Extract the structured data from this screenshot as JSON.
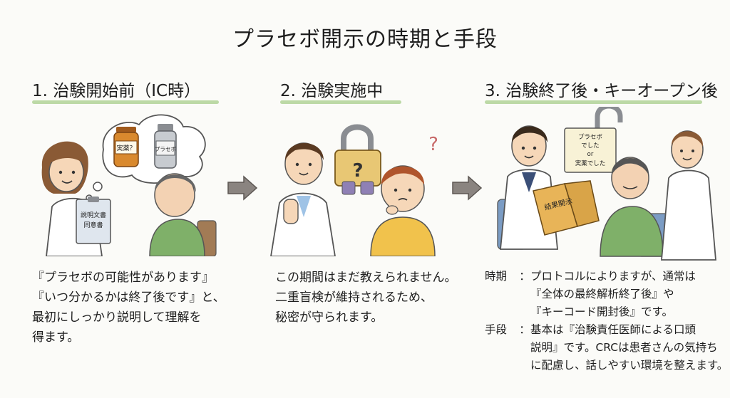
{
  "title": "プラセボ開示の時期と手段",
  "steps": [
    {
      "title": "1. 治験開始前（IC時）",
      "bubble_bottle1": "実薬？",
      "bubble_bottle2": "プラセボ",
      "clipboard_lines": [
        "説明文書",
        "同意書"
      ],
      "caption_lines": [
        "『プラセボの可能性があります』",
        "『いつ分かるかは終了後です』と、",
        "最初にしっかり説明して理解を",
        "得ます。"
      ]
    },
    {
      "title": "2. 治験実施中",
      "lock_mark": "?",
      "question_mark": "?",
      "caption_lines": [
        "この期間はまだ教えられません。",
        "二重盲検が維持されるため、",
        "秘密が守られます。"
      ]
    },
    {
      "title": "3. 治験終了後・キーオープン後",
      "sign_lines": [
        "プラセボ",
        "でした",
        "or",
        "実薬でした"
      ],
      "book_label": "結果開示",
      "caption": {
        "timing_label": "時期",
        "colon": "：",
        "timing_lines": [
          "プロトコルによりますが、通常は",
          "『全体の最終解析終了後』や",
          "『キーコード開封後』です。"
        ],
        "method_label": "手段",
        "method_lines": [
          "基本は『治験責任医師による口頭",
          "説明』です。CRCは患者さんの気持ち",
          "に配慮し、話しやすい環境を整えます。"
        ]
      }
    }
  ],
  "colors": {
    "underline": "#bcd9a6",
    "arrow": "#8a8480",
    "coat": "#ffffff",
    "patient_shirt": "#7fb069",
    "child_shirt": "#f1c24c",
    "lock": "#e8c774",
    "chair": "#7b9cc4"
  }
}
